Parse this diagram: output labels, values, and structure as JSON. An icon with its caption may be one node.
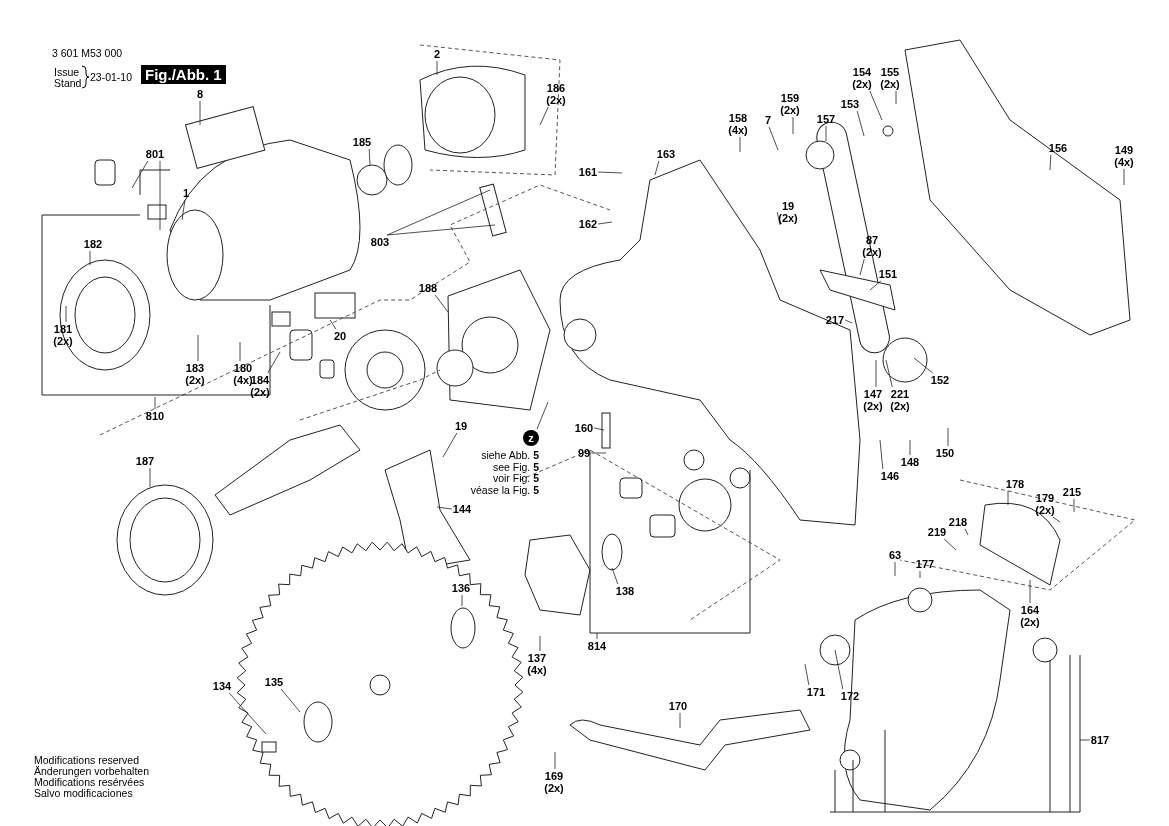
{
  "diagram": {
    "nodes": [
      {
        "text": [
          "8"
        ]
      },
      {
        "text": [
          "801"
        ]
      },
      {
        "text": [
          "1"
        ]
      },
      {
        "text": [
          "182"
        ]
      },
      {
        "text": [
          "181",
          "(2x)"
        ]
      },
      {
        "text": [
          "183",
          "(2x)"
        ]
      },
      {
        "text": [
          "180",
          "(4x)"
        ]
      },
      {
        "text": [
          "184",
          "(2x)"
        ]
      },
      {
        "text": [
          "20"
        ]
      },
      {
        "text": [
          "810"
        ]
      },
      {
        "text": [
          "2"
        ]
      },
      {
        "text": [
          "186",
          "(2x)"
        ]
      },
      {
        "text": [
          "185"
        ]
      },
      {
        "text": [
          "803"
        ]
      },
      {
        "text": [
          "188"
        ]
      },
      {
        "text": [
          "187"
        ]
      },
      {
        "text": [
          "19"
        ]
      },
      {
        "text": [
          "z"
        ],
        "beside": [
          "siehe Abb. **5**",
          "see Fig. **5**",
          "voir Fig. **5**",
          "véase la Fig. **5**"
        ]
      },
      {
        "text": [
          "144"
        ]
      },
      {
        "text": [
          "136"
        ]
      },
      {
        "text": [
          "137",
          "(4x)"
        ]
      },
      {
        "text": [
          "135"
        ]
      },
      {
        "text": [
          "134"
        ]
      },
      {
        "text": [
          "169",
          "(2x)"
        ]
      },
      {
        "text": [
          "170"
        ]
      },
      {
        "text": [
          "138"
        ]
      },
      {
        "text": [
          "814"
        ]
      },
      {
        "text": [
          "160"
        ]
      },
      {
        "text": [
          "99"
        ]
      },
      {
        "text": [
          "161"
        ]
      },
      {
        "text": [
          "162"
        ]
      },
      {
        "text": [
          "163"
        ]
      },
      {
        "text": [
          "158",
          "(4x)"
        ]
      },
      {
        "text": [
          "7"
        ]
      },
      {
        "text": [
          "159",
          "(2x)"
        ]
      },
      {
        "text": [
          "157"
        ]
      },
      {
        "text": [
          "153"
        ]
      },
      {
        "text": [
          "154",
          "(2x)"
        ]
      },
      {
        "text": [
          "155",
          "(2x)"
        ]
      },
      {
        "text": [
          "156"
        ]
      },
      {
        "text": [
          "149",
          "(4x)"
        ]
      },
      {
        "text": [
          "19",
          "(2x)"
        ]
      },
      {
        "text": [
          "87",
          "(2x)"
        ]
      },
      {
        "text": [
          "151"
        ]
      },
      {
        "text": [
          "217"
        ]
      },
      {
        "text": [
          "147",
          "(2x)"
        ]
      },
      {
        "text": [
          "221",
          "(2x)"
        ]
      },
      {
        "text": [
          "152"
        ]
      },
      {
        "text": [
          "146"
        ]
      },
      {
        "text": [
          "148"
        ]
      },
      {
        "text": [
          "150"
        ]
      },
      {
        "text": [
          "178"
        ]
      },
      {
        "text": [
          "179",
          "(2x)"
        ]
      },
      {
        "text": [
          "215"
        ]
      },
      {
        "text": [
          "218"
        ]
      },
      {
        "text": [
          "219"
        ]
      },
      {
        "text": [
          "63"
        ]
      },
      {
        "text": [
          "177"
        ]
      },
      {
        "text": [
          "164",
          "(2x)"
        ]
      },
      {
        "text": [
          "171"
        ]
      },
      {
        "text": [
          "172"
        ]
      },
      {
        "text": [
          "817"
        ]
      }
    ],
    "edges": [
      {
        "from": 0,
        "to": null,
        "arrow": "none"
      },
      {
        "from": 1,
        "to": null,
        "arrow": "none"
      },
      {
        "from": 1,
        "to": null,
        "arrow": "none"
      },
      {
        "from": 2,
        "to": null,
        "arrow": "none"
      },
      {
        "from": 3,
        "to": null,
        "arrow": "none"
      },
      {
        "from": 4,
        "to": null,
        "arrow": "none"
      },
      {
        "from": 5,
        "to": null,
        "arrow": "none"
      },
      {
        "from": 6,
        "to": null,
        "arrow": "none"
      },
      {
        "from": 7,
        "to": null,
        "arrow": "none"
      },
      {
        "from": 8,
        "to": null,
        "arrow": "none"
      },
      {
        "from": 9,
        "to": null,
        "arrow": "none"
      },
      {
        "from": 10,
        "to": null,
        "arrow": "none"
      },
      {
        "from": 11,
        "to": null,
        "arrow": "none"
      },
      {
        "from": 12,
        "to": null,
        "arrow": "none"
      },
      {
        "from": 13,
        "to": null,
        "arrow": "none"
      },
      {
        "from": 13,
        "to": null,
        "arrow": "none"
      },
      {
        "from": 14,
        "to": null,
        "arrow": "none"
      },
      {
        "from": 15,
        "to": null,
        "arrow": "none"
      },
      {
        "from": 16,
        "to": null,
        "arrow": "none"
      },
      {
        "from": 17,
        "to": null,
        "arrow": "none"
      },
      {
        "from": 18,
        "to": null,
        "arrow": "none"
      },
      {
        "from": 19,
        "to": null,
        "arrow": "none"
      },
      {
        "from": 20,
        "to": null,
        "arrow": "none"
      },
      {
        "from": 21,
        "to": null,
        "arrow": "none"
      },
      {
        "from": 22,
        "to": null,
        "arrow": "none"
      },
      {
        "from": 23,
        "to": null,
        "arrow": "none"
      },
      {
        "from": 24,
        "to": null,
        "arrow": "none"
      },
      {
        "from": 25,
        "to": null,
        "arrow": "none"
      },
      {
        "from": 26,
        "to": null,
        "arrow": "none"
      },
      {
        "from": 27,
        "to": null,
        "arrow": "none"
      },
      {
        "from": 28,
        "to": null,
        "arrow": "none"
      },
      {
        "from": 29,
        "to": null,
        "arrow": "none"
      },
      {
        "from": 30,
        "to": null,
        "arrow": "none"
      },
      {
        "from": 31,
        "to": null,
        "arrow": "none"
      },
      {
        "from": 32,
        "to": null,
        "arrow": "none"
      },
      {
        "from": 33,
        "to": null,
        "arrow": "none"
      },
      {
        "from": 34,
        "to": null,
        "arrow": "none"
      },
      {
        "from": 35,
        "to": null,
        "arrow": "none"
      },
      {
        "from": 36,
        "to": null,
        "arrow": "none"
      },
      {
        "from": 37,
        "to": null,
        "arrow": "none"
      },
      {
        "from": 38,
        "to": null,
        "arrow": "none"
      },
      {
        "from": 39,
        "to": null,
        "arrow": "none"
      },
      {
        "from": 40,
        "to": null,
        "arrow": "none"
      },
      {
        "from": 41,
        "to": null,
        "arrow": "none"
      },
      {
        "from": 42,
        "to": null,
        "arrow": "none"
      },
      {
        "from": 43,
        "to": null,
        "arrow": "none"
      },
      {
        "from": 44,
        "to": null,
        "arrow": "none"
      },
      {
        "from": 45,
        "to": null,
        "arrow": "none"
      },
      {
        "from": 46,
        "to": null,
        "arrow": "none"
      },
      {
        "from": 47,
        "to": null,
        "arrow": "none"
      },
      {
        "from": 48,
        "to": null,
        "arrow": "none"
      },
      {
        "from": 49,
        "to": null,
        "arrow": "none"
      },
      {
        "from": 50,
        "to": null,
        "arrow": "none"
      },
      {
        "from": 51,
        "to": null,
        "arrow": "none"
      },
      {
        "from": 52,
        "to": null,
        "arrow": "none"
      },
      {
        "from": 53,
        "to": null,
        "arrow": "none"
      },
      {
        "from": 54,
        "to": null,
        "arrow": "none"
      },
      {
        "from": 55,
        "to": null,
        "arrow": "none"
      },
      {
        "from": 56,
        "to": null,
        "arrow": "none"
      },
      {
        "from": 57,
        "to": null,
        "arrow": "none"
      },
      {
        "from": 58,
        "to": null,
        "arrow": "none"
      },
      {
        "from": 59,
        "to": null,
        "arrow": "none"
      },
      {
        "from": 60,
        "to": null,
        "arrow": "none"
      },
      {
        "from": 61,
        "to": null,
        "arrow": "none"
      }
    ],
    "labels": [
      "3 601 M53 000",
      "Issue",
      "Stand",
      "23-01-10",
      "Fig./Abb. 1",
      "Modifications reserved",
      "Änderungen vorbehalten",
      "Modifications resérvées",
      "Salvo modificaciones"
    ]
  }
}
